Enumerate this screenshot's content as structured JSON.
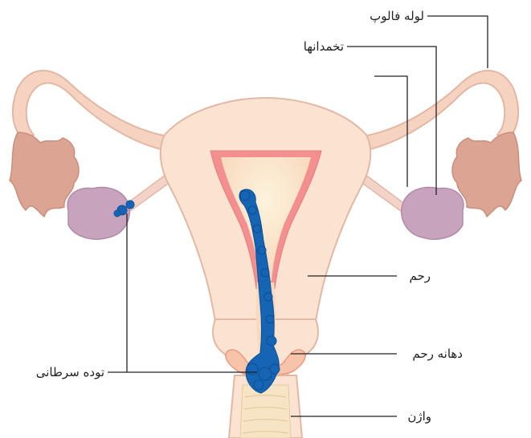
{
  "labels": {
    "fallopian_tube": "لوله فالوپ",
    "ovaries": "تخمدانها",
    "uterus": "رحم",
    "cervix": "دهانه رحم",
    "vagina": "واژن",
    "tumour": "توده سرطانی"
  },
  "colors": {
    "tissue_fill": "#fbe3d2",
    "tissue_stroke": "#e3b7a4",
    "tube_fill": "#f6d2c0",
    "fimbriae": "#dca593",
    "ovary": "#c7a3bd",
    "lining": "#f3908f",
    "cavity": "#fbe9cc",
    "tumour": "#1565b4",
    "leader": "#222222"
  }
}
